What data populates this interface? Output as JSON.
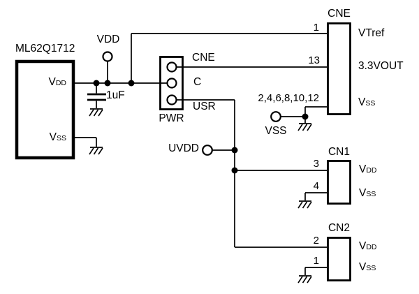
{
  "colors": {
    "line": "#000000",
    "background": "#ffffff"
  },
  "mcu": {
    "name": "ML62Q1712",
    "pin_vdd": {
      "base": "V",
      "sub": "DD"
    },
    "pin_vss": {
      "base": "V",
      "sub": "SS"
    }
  },
  "power_nets": {
    "vdd": "VDD",
    "uvdd": "UVDD",
    "vss": "VSS",
    "capacitor_value": "1uF"
  },
  "pwr_header": {
    "name": "PWR",
    "pin_cne": "CNE",
    "pin_c": "C",
    "pin_usr": "USR"
  },
  "cne_connector": {
    "name": "CNE",
    "pin1": {
      "num": "1",
      "label": "VTref"
    },
    "pin13": {
      "num": "13",
      "label": "3.3VOUT"
    },
    "pin_gnd": {
      "num": "2,4,6,8,10,12",
      "label": {
        "base": "V",
        "sub": "SS"
      }
    }
  },
  "cn1_connector": {
    "name": "CN1",
    "pin3": {
      "num": "3",
      "label": {
        "base": "V",
        "sub": "DD"
      }
    },
    "pin4": {
      "num": "4",
      "label": {
        "base": "V",
        "sub": "SS"
      }
    }
  },
  "cn2_connector": {
    "name": "CN2",
    "pin2": {
      "num": "2",
      "label": {
        "base": "V",
        "sub": "DD"
      }
    },
    "pin1": {
      "num": "1",
      "label": {
        "base": "V",
        "sub": "SS"
      }
    }
  }
}
